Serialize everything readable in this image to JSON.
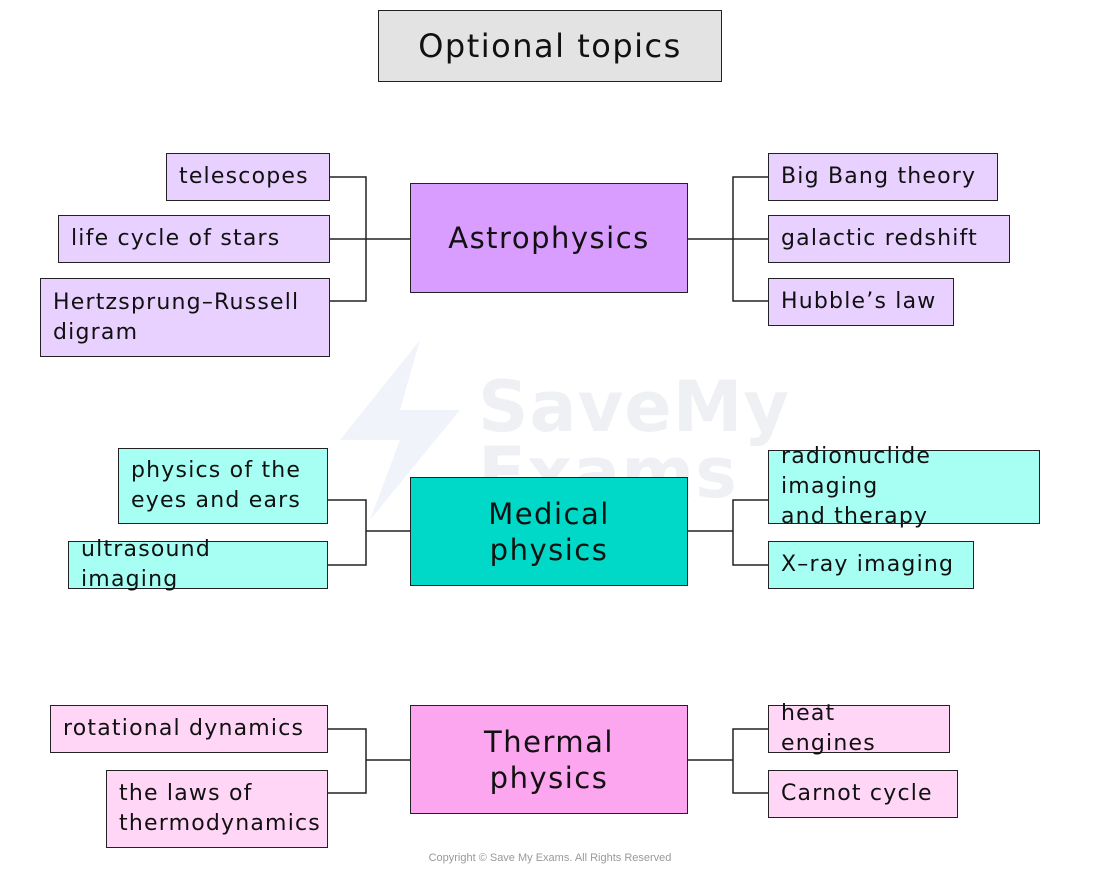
{
  "title": "Optional topics",
  "watermark": {
    "line1": "SaveMy",
    "line2": "Exams"
  },
  "copyright": "Copyright © Save My Exams. All Rights Reserved",
  "colors": {
    "astro_center": "#d99cff",
    "astro_leaf": "#e8d0ff",
    "medical_center": "#00d9c8",
    "medical_leaf": "#a6fff2",
    "thermal_center": "#fca6f0",
    "thermal_leaf": "#ffd6f6",
    "title_bg": "#e3e3e3",
    "line": "#222222"
  },
  "groups": {
    "astro": {
      "center": "Astrophysics",
      "left": [
        "telescopes",
        "life cycle of stars",
        "Hertzsprung–Russell\ndigram"
      ],
      "right": [
        "Big Bang theory",
        "galactic redshift",
        "Hubble’s law"
      ]
    },
    "medical": {
      "center": "Medical\nphysics",
      "left": [
        "physics of the\neyes and ears",
        "ultrasound imaging"
      ],
      "right": [
        "radionuclide imaging\nand therapy",
        "X–ray imaging"
      ]
    },
    "thermal": {
      "center": "Thermal\nphysics",
      "left": [
        "rotational dynamics",
        "the laws of\nthermodynamics"
      ],
      "right": [
        "heat engines",
        "Carnot cycle"
      ]
    }
  }
}
